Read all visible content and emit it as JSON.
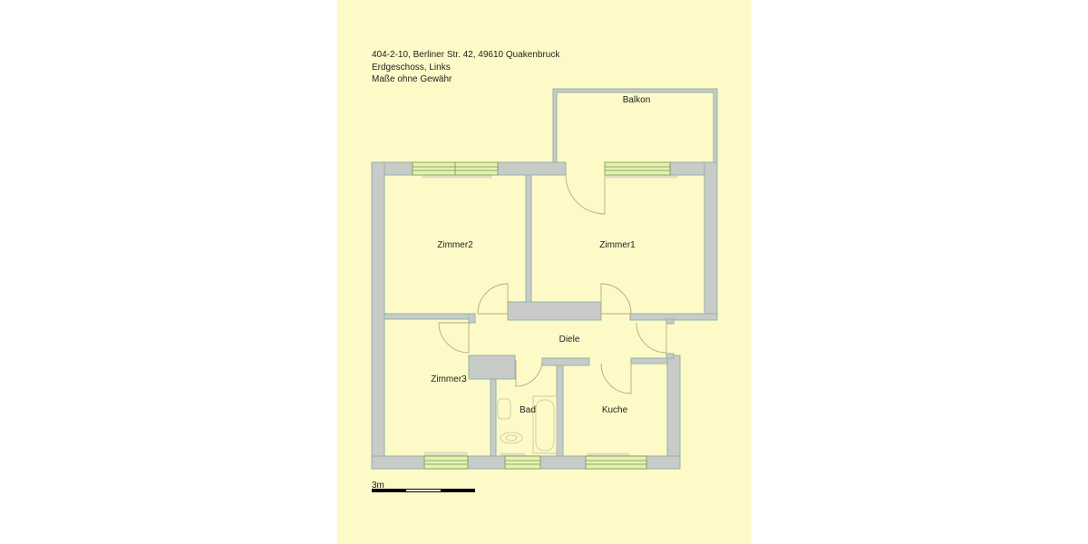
{
  "header": {
    "address": "404-2-10, Berliner Str. 42, 49610 Quakenbruck",
    "floor": "Erdgeschoss, Links",
    "disclaimer": "Maße ohne Gewähr"
  },
  "rooms": {
    "balkon": "Balkon",
    "zimmer1": "Zimmer1",
    "zimmer2": "Zimmer2",
    "zimmer3": "Zimmer3",
    "diele": "Diele",
    "bad": "Bad",
    "kuche": "Kuche"
  },
  "scale": {
    "label": "3m",
    "segments": [
      "#000000",
      "#ffffff",
      "#000000"
    ]
  },
  "colors": {
    "background": "#fdfac8",
    "wall": "#c8cbc8",
    "wall_edge": "#8fb5a8",
    "window": "#e6f0b4",
    "window_line": "#6f9a4a",
    "door_arc": "#b8aa7a"
  }
}
